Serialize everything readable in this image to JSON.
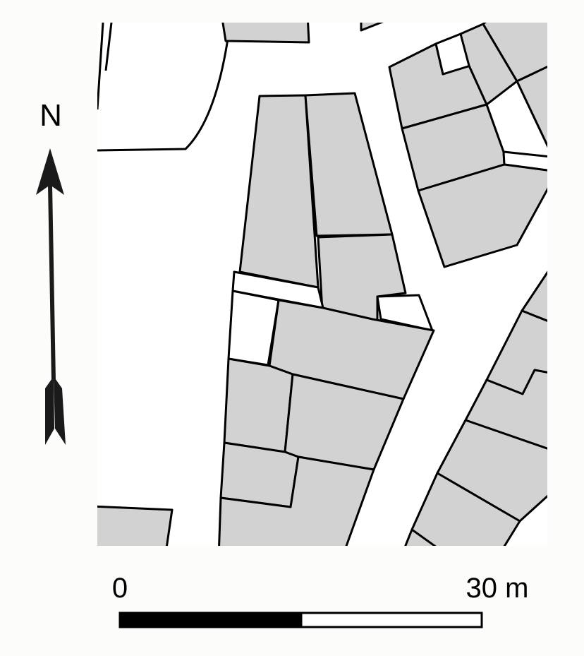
{
  "colors": {
    "background": "#fcfcfa",
    "map_background": "#ffffff",
    "parcel_fill": "#d2d2d2",
    "highlight_fill": "#6f716f",
    "outline": "#000000"
  },
  "north_arrow": {
    "label": "N",
    "icon": "north-arrow-icon"
  },
  "scale_bar": {
    "start_label": "0",
    "end_label": "30 m",
    "length_m": 30,
    "segments": 2
  },
  "map": {
    "highlighted_parcel": "parcel-highlighted"
  }
}
